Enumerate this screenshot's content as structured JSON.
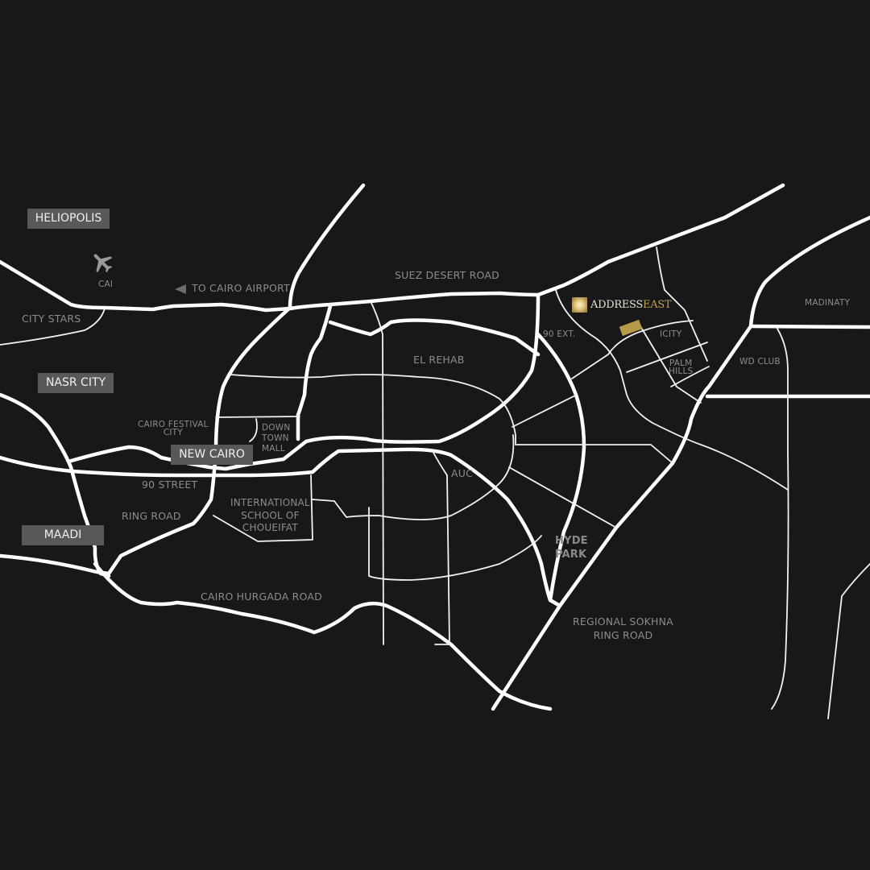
{
  "map": {
    "background": "#18171a",
    "road_color": "#ffffff",
    "label_color": "#8c8c8c",
    "district_box_color": "#58585a",
    "brand_gold": "#bfa24d"
  },
  "districts": {
    "heliopolis": "HELIOPOLIS",
    "nasr_city": "NASR CITY",
    "new_cairo": "NEW CAIRO",
    "maadi": "MAADI"
  },
  "airport": {
    "icon": "airplane-icon",
    "code": "CAI",
    "direction_label": "TO CAIRO AIRPORT",
    "arrow_icon": "triangle-left-icon"
  },
  "brand": {
    "icon": "address-east-logo-mark",
    "name_part1": "ADDRESS",
    "name_part2": "EAST",
    "site_marker": "project-site-marker"
  },
  "labels": {
    "city_stars": "CITY STARS",
    "suez_desert_road": "SUEZ DESERT ROAD",
    "el_rehab": "EL REHAB",
    "ninety_ext": "90 EXT.",
    "icity": "ICITY",
    "palm_hills_1": "PALM",
    "palm_hills_2": "HILLS",
    "madinaty": "MADINATY",
    "wd_club": "WD CLUB",
    "cairo_festival_1": "CAIRO FESTIVAL",
    "cairo_festival_2": "CITY",
    "downtown_1": "DOWN",
    "downtown_2": "TOWN",
    "downtown_3": "MALL",
    "ninety_street": "90 STREET",
    "ring_road": "RING ROAD",
    "ischool_1": "INTERNATIONAL",
    "ischool_2": "SCHOOL OF",
    "ischool_3": "CHOUEIFAT",
    "auc": "AUC",
    "hyde_park_1": "HYDE",
    "hyde_park_2": "PARK",
    "cairo_hurgada_road": "CAIRO HURGADA ROAD",
    "sokhna_1": "REGIONAL SOKHNA",
    "sokhna_2": "RING ROAD"
  }
}
